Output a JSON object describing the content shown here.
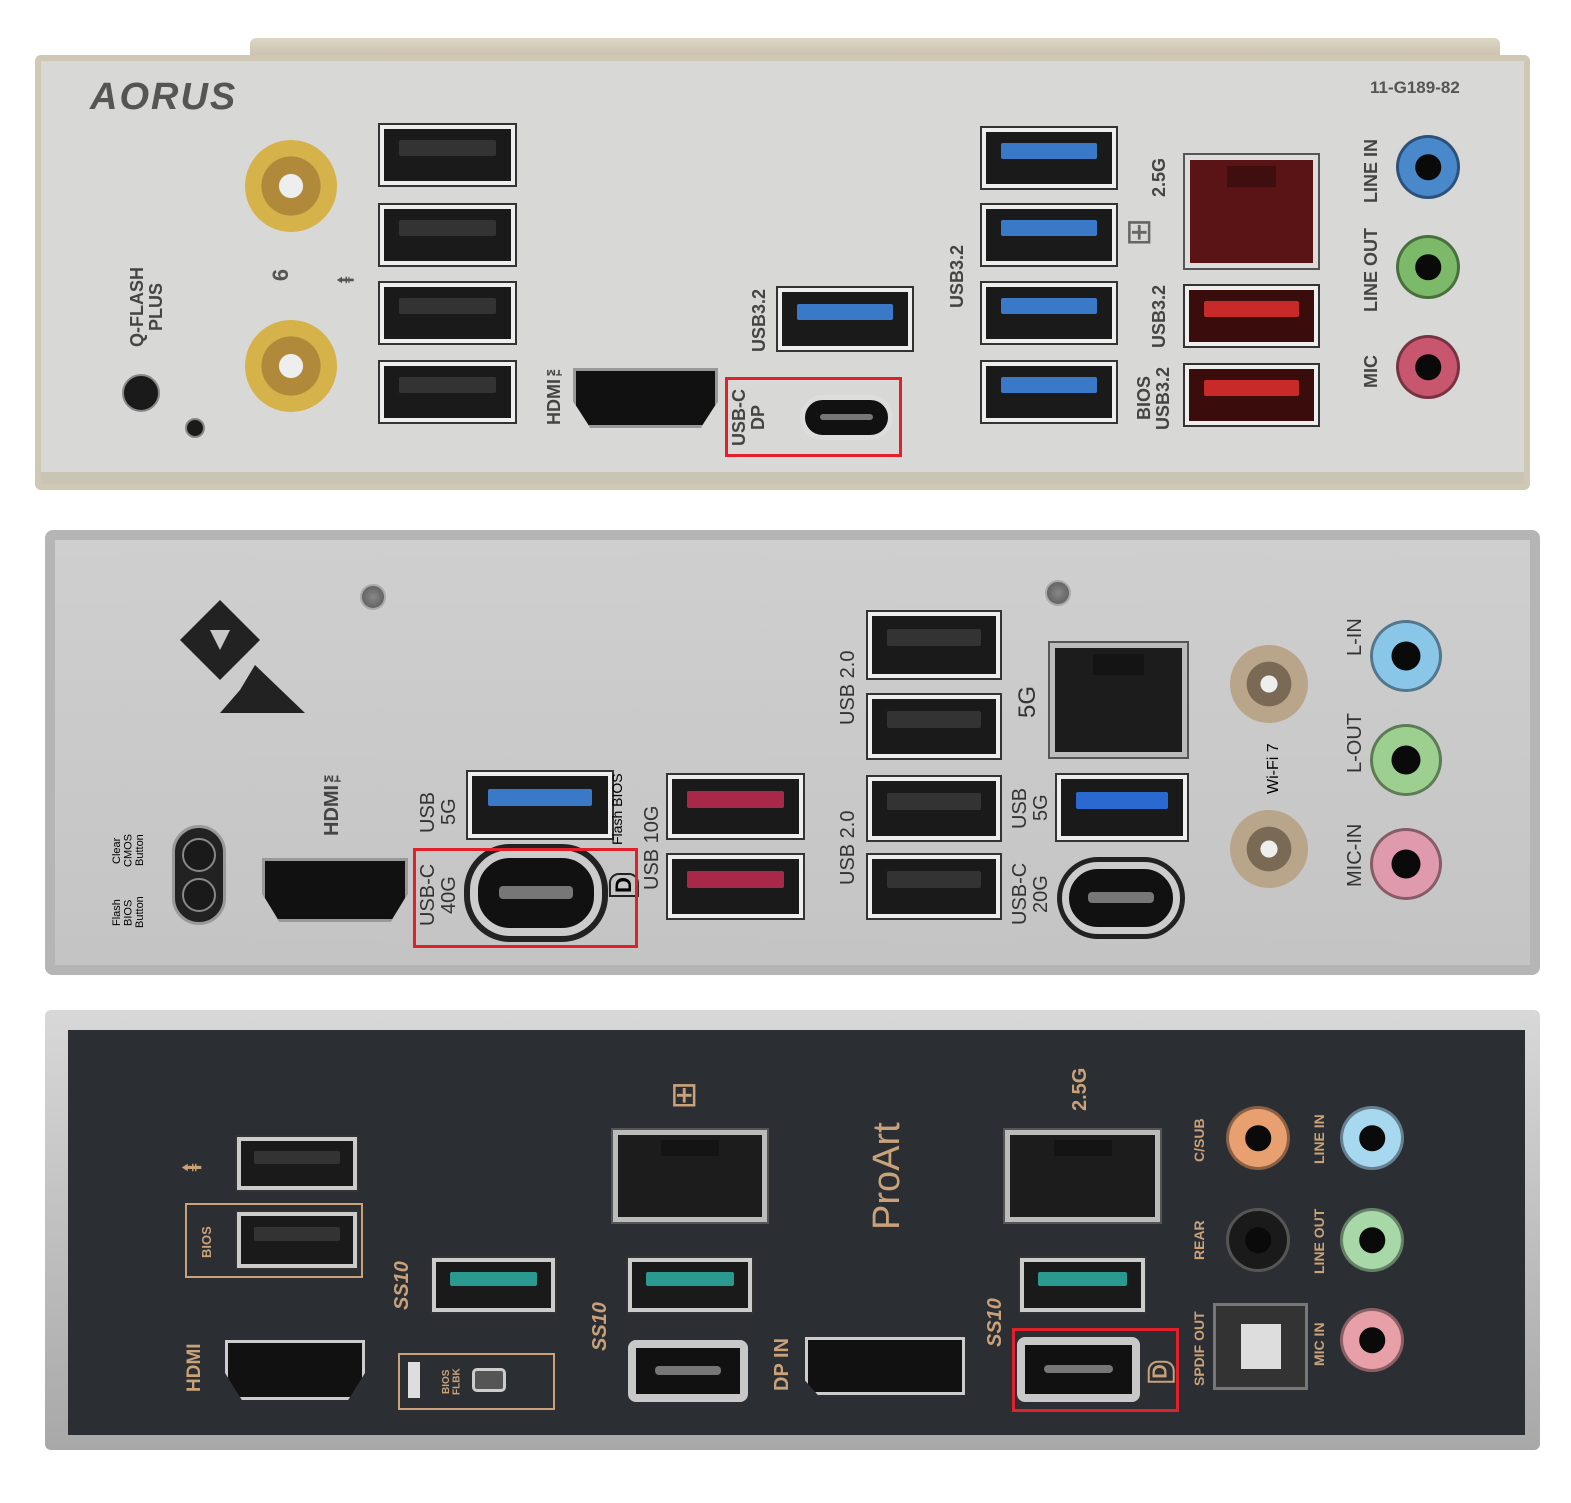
{
  "panel_top": {
    "brand": "AORUS",
    "part_code": "11-G189-82",
    "labels": {
      "qflash": "Q-FLASH\nPLUS",
      "hdmi": "HDMI™",
      "usb32_a": "USB3.2",
      "usbc_dp": "USB-C\nDP",
      "usb32_b": "USB3.2",
      "lan_speed": "2.5G",
      "usb32_c": "USB3.2",
      "bios_usb": "BIOS\nUSB3.2",
      "line_in": "LINE IN",
      "line_out": "LINE OUT",
      "mic": "MIC",
      "wifi": "6"
    }
  },
  "panel_middle": {
    "labels": {
      "hdmi": "HDMI™",
      "clear_cmos": "Clear\nCMOS\nButton",
      "flash_bios_btn": "Flash\nBIOS\nButton",
      "usb5g_a": "USB\n5G",
      "usbc40g": "USB-C\n40G",
      "flash_bios": "Flash BIOS",
      "usb10g": "USB 10G",
      "usb20_a": "USB 2.0",
      "usb20_b": "USB 2.0",
      "lan_speed": "5G",
      "usb5g_b": "USB\n5G",
      "usbc20g": "USB-C\n20G",
      "wifi": "Wi-Fi 7",
      "l_in": "L-IN",
      "l_out": "L-OUT",
      "mic_in": "MIC-IN",
      "dp": "D"
    }
  },
  "panel_bottom": {
    "brand": "ProArt",
    "labels": {
      "bios": "BIOS",
      "hdmi": "HDMI",
      "bios_flbk": "BIOS\nFLBK",
      "ss1": "SS10",
      "ss2": "SS10",
      "ss3": "SS10",
      "dp_in": "DP IN",
      "lan_speed": "2.5G",
      "c_sub": "C/SUB",
      "rear": "REAR",
      "spdif": "SPDIF OUT",
      "line_in": "LINE IN",
      "line_out": "LINE OUT",
      "mic_in": "MIC IN",
      "dp": "D"
    }
  },
  "colors": {
    "highlight": "#e0202a",
    "usb_blue": "#3a78c8",
    "usb_red": "#b8202a",
    "usb_teal": "#2a9a90"
  }
}
